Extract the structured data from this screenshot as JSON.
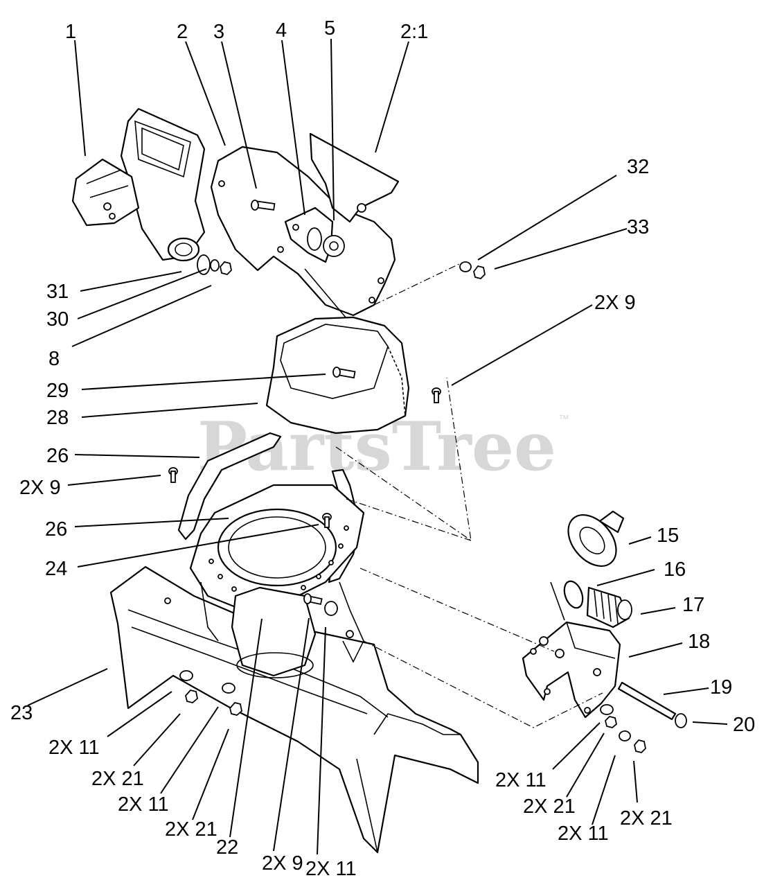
{
  "watermark": {
    "text": "PartsTree",
    "trademark": "™"
  },
  "callouts": [
    {
      "id": "c1",
      "text": "1"
    },
    {
      "id": "c2",
      "text": "2"
    },
    {
      "id": "c3",
      "text": "3"
    },
    {
      "id": "c4",
      "text": "4"
    },
    {
      "id": "c5",
      "text": "5"
    },
    {
      "id": "c6",
      "text": "2:1"
    },
    {
      "id": "c7",
      "text": "32"
    },
    {
      "id": "c8",
      "text": "33"
    },
    {
      "id": "c9",
      "text": "31"
    },
    {
      "id": "c10",
      "text": "30"
    },
    {
      "id": "c11",
      "text": "8"
    },
    {
      "id": "c12",
      "text": "2X 9"
    },
    {
      "id": "c13",
      "text": "29"
    },
    {
      "id": "c14",
      "text": "28"
    },
    {
      "id": "c15",
      "text": "26"
    },
    {
      "id": "c16",
      "text": "2X 9"
    },
    {
      "id": "c17",
      "text": "26"
    },
    {
      "id": "c18",
      "text": "24"
    },
    {
      "id": "c19",
      "text": "15"
    },
    {
      "id": "c20",
      "text": "16"
    },
    {
      "id": "c21",
      "text": "17"
    },
    {
      "id": "c22",
      "text": "18"
    },
    {
      "id": "c23",
      "text": "19"
    },
    {
      "id": "c24",
      "text": "20"
    },
    {
      "id": "c25",
      "text": "23"
    },
    {
      "id": "c26",
      "text": "2X 11"
    },
    {
      "id": "c27",
      "text": "2X 21"
    },
    {
      "id": "c28",
      "text": "2X 11"
    },
    {
      "id": "c29",
      "text": "2X 21"
    },
    {
      "id": "c30",
      "text": "22"
    },
    {
      "id": "c31",
      "text": "2X 9"
    },
    {
      "id": "c32",
      "text": "2X 11"
    },
    {
      "id": "c33",
      "text": "2X 11"
    },
    {
      "id": "c34",
      "text": "2X 21"
    },
    {
      "id": "c35",
      "text": "2X 11"
    },
    {
      "id": "c36",
      "text": "2X 21"
    }
  ]
}
